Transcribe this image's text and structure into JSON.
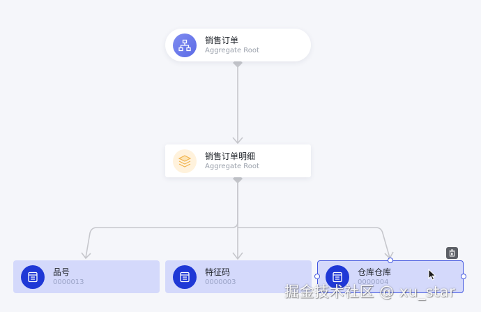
{
  "diagram": {
    "root": {
      "title": "销售订单",
      "subtitle": "Aggregate Root",
      "icon": "org-chart-icon",
      "color": "#6b78ec"
    },
    "detail": {
      "title": "销售订单明细",
      "subtitle": "Aggregate Root",
      "icon": "layers-icon",
      "color": "#f0b24a"
    },
    "entities": [
      {
        "title": "品号",
        "code": "0000013",
        "icon": "document-icon"
      },
      {
        "title": "特征码",
        "code": "0000003",
        "icon": "document-icon"
      },
      {
        "title": "仓库仓库",
        "code": "0000004",
        "icon": "document-icon",
        "selected": true
      }
    ],
    "toolbar": {
      "delete_icon": "trash-icon"
    },
    "colors": {
      "edge": "#c6c7cc",
      "entity_bg": "#d4d9fb",
      "entity_icon": "#1f38d6",
      "selection": "#4458e0"
    }
  },
  "watermark": "掘金技术社区 @ xu_star"
}
